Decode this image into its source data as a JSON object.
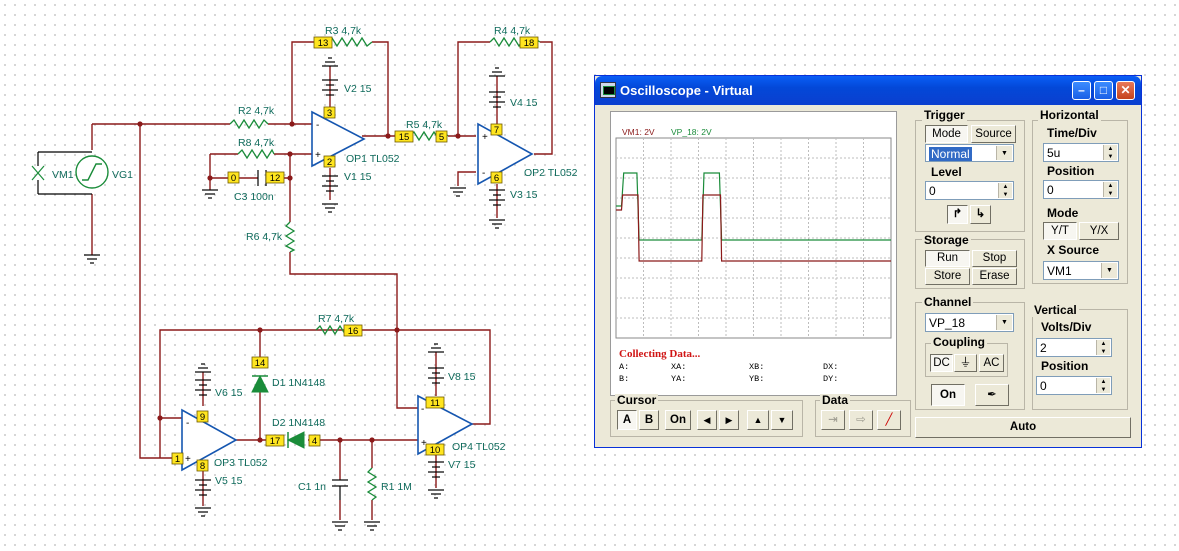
{
  "schematic": {
    "components": {
      "R3": "R3 4,7k",
      "R4": "R4 4,7k",
      "R2": "R2 4,7k",
      "R8": "R8 4,7k",
      "R5": "R5 4,7k",
      "R6": "R6 4,7k",
      "R7": "R7 4,7k",
      "R1": "R1 1M",
      "C3": "C3 100n",
      "C1": "C1 1n",
      "V2": "V2 15",
      "V1": "V1 15",
      "V4": "V4 15",
      "V3": "V3 15",
      "V6": "V6 15",
      "V5": "V5 15",
      "V8": "V8 15",
      "V7": "V7 15",
      "OP1": "OP1 TL052",
      "OP2": "OP2 TL052",
      "OP3": "OP3 TL052",
      "OP4": "OP4 TL052",
      "D1": "D1 1N4148",
      "D2": "D2 1N4148",
      "VM1": "VM1",
      "VG1": "VG1"
    },
    "nodes": [
      "13",
      "18",
      "3",
      "2",
      "12",
      "0",
      "15",
      "5",
      "7",
      "6",
      "14",
      "16",
      "9",
      "8",
      "1",
      "17",
      "4",
      "11",
      "10"
    ]
  },
  "window": {
    "title": "Oscilloscope - Virtual",
    "colors": {
      "vm1_trace": "#1a8c3a",
      "vp18_trace": "#8b1a1a"
    }
  },
  "screen": {
    "legend_vm1": "VM1: 2V",
    "legend_vp18": "VP_18: 2V",
    "status": "Collecting Data...",
    "cursor_a": "A:",
    "cursor_b": "B:",
    "cursor_xa": "XA:",
    "cursor_ya": "YA:",
    "cursor_xb": "XB:",
    "cursor_yb": "YB:",
    "cursor_dx": "DX:",
    "cursor_dy": "DY:"
  },
  "trigger": {
    "title": "Trigger",
    "mode_label": "Mode",
    "source_label": "Source",
    "mode_value": "Normal",
    "level_label": "Level",
    "level_value": "0",
    "edge_rising_icon": "rising-edge-icon",
    "edge_falling_icon": "falling-edge-icon"
  },
  "horizontal": {
    "title": "Horizontal",
    "time_div_label": "Time/Div",
    "time_div_value": "5u",
    "position_label": "Position",
    "position_value": "0",
    "mode_label": "Mode",
    "mode_yt": "Y/T",
    "mode_yx": "Y/X",
    "xsource_label": "X Source",
    "xsource_value": "VM1"
  },
  "storage": {
    "title": "Storage",
    "run": "Run",
    "stop": "Stop",
    "store": "Store",
    "erase": "Erase"
  },
  "channel": {
    "title": "Channel",
    "value": "VP_18",
    "coupling_title": "Coupling",
    "dc": "DC",
    "gnd_icon": "ground-icon",
    "ac": "AC",
    "on": "On",
    "probe_icon": "probe-pen-icon"
  },
  "vertical": {
    "title": "Vertical",
    "volts_div_label": "Volts/Div",
    "volts_div_value": "2",
    "position_label": "Position",
    "position_value": "0"
  },
  "cursor": {
    "title": "Cursor",
    "a": "A",
    "b": "B",
    "on": "On"
  },
  "data_group": {
    "title": "Data"
  },
  "auto": "Auto",
  "chart_data": {
    "type": "line",
    "xlim": [
      0,
      50
    ],
    "ylim": [
      -10,
      10
    ],
    "grid": true,
    "series": [
      {
        "name": "VM1: 2V",
        "x": [
          0,
          1,
          1.4,
          3.8,
          4.2,
          15.6,
          16,
          18.8,
          19.2,
          50
        ],
        "y": [
          3.2,
          3.2,
          6.5,
          6.5,
          -0.2,
          -0.2,
          6.5,
          6.5,
          -0.2,
          -0.2
        ]
      },
      {
        "name": "VP_18: 2V",
        "x": [
          0,
          1,
          1.2,
          4,
          4.2,
          15.6,
          15.8,
          19,
          19.2,
          50
        ],
        "y": [
          2.8,
          2.8,
          4.3,
          4.3,
          -2.3,
          -2.3,
          4.3,
          4.3,
          -2.3,
          -2.3
        ]
      }
    ]
  }
}
